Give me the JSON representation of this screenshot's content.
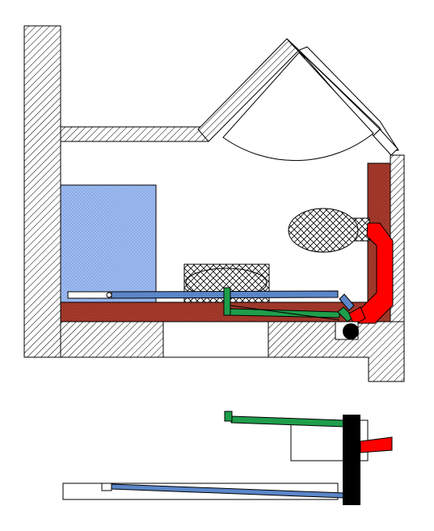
{
  "diagram": {
    "type": "bathroom-plumbing-plan",
    "colors": {
      "wall_hatch": "#000000",
      "background": "#ffffff",
      "floor_slab": "#a63a2c",
      "water_supply": "#5b86c8",
      "drain_pipe": "#1f9e4b",
      "toilet_pipe": "#ff0000",
      "shower_tray": "#9dbbf2",
      "stack": "#000000"
    },
    "parts": [
      "walls",
      "door",
      "shower-tray",
      "sink",
      "toilet-bowl",
      "floor-slab",
      "water-pipe",
      "drain-pipe",
      "toilet-drain",
      "riser",
      "section-view"
    ]
  }
}
